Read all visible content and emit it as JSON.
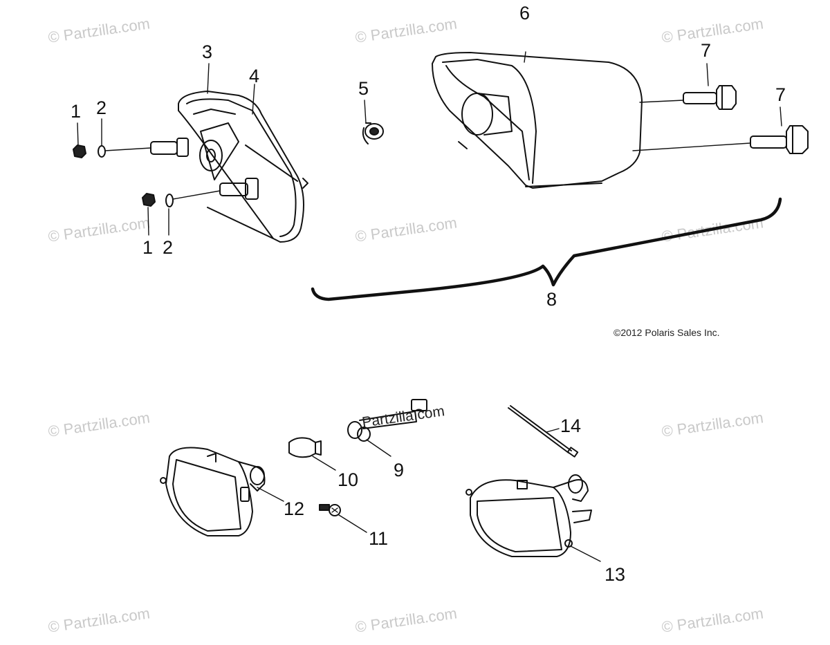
{
  "watermark_text": "© Partzilla.com",
  "copyright": "©2012 Polaris Sales Inc.",
  "inline_watermark": "Partzilla.com",
  "callouts": {
    "c1a": "1",
    "c2a": "2",
    "c3": "3",
    "c4": "4",
    "c5": "5",
    "c6": "6",
    "c7a": "7",
    "c7b": "7",
    "c8": "8",
    "c1b": "1",
    "c2b": "2",
    "c9": "9",
    "c10": "10",
    "c11": "11",
    "c12": "12",
    "c13": "13",
    "c14": "14"
  },
  "colors": {
    "line": "#111111",
    "watermark": "#c9c9c9",
    "background": "#ffffff"
  }
}
